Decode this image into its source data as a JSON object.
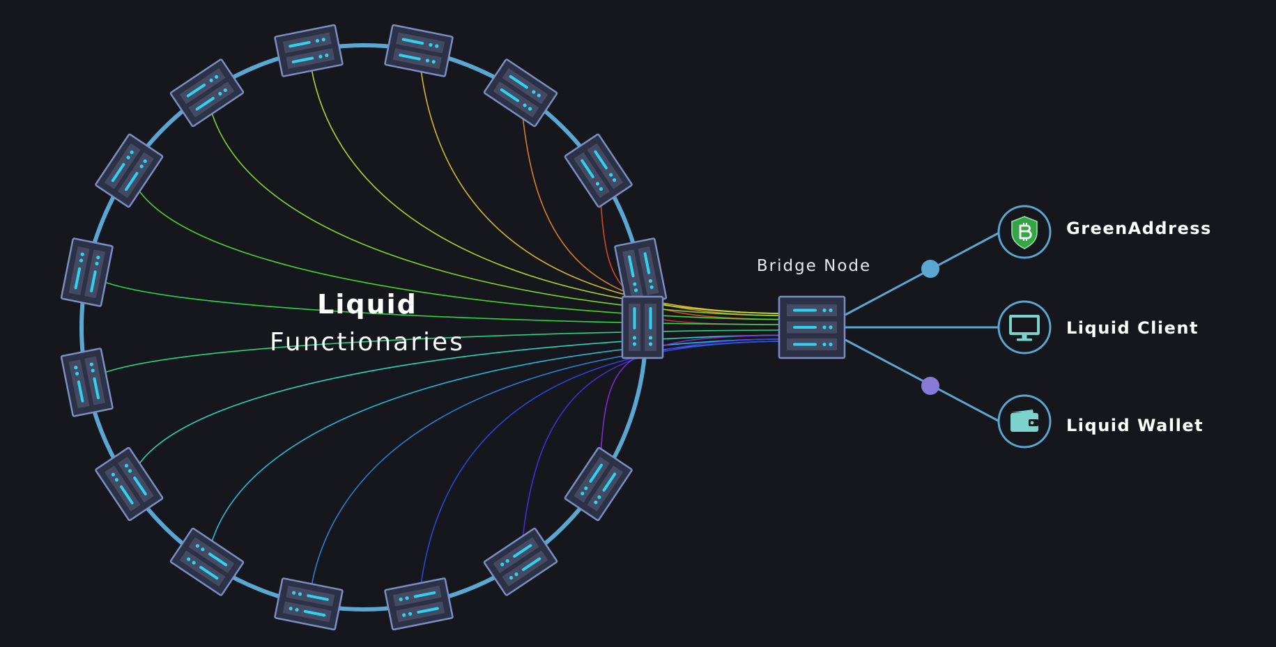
{
  "diagram": {
    "title_bold": "Liquid",
    "title_light": "Functionaries",
    "bridge_label": "Bridge Node",
    "colors": {
      "background": "#16171d",
      "ring": "#5aa7d2",
      "server_body": "#2c3145",
      "server_border": "#7b8fc4",
      "server_slot": "#444a62",
      "server_light": "#2fd3ef",
      "client_ring": "#5aa7d2",
      "green_shield": "#35a447",
      "monitor": "#7cd3cc",
      "wallet": "#7cd3cc",
      "dot_upper": "#5aa7d2",
      "dot_lower": "#8a7ad8"
    },
    "functionary_count": 15,
    "clients": [
      {
        "label": "GreenAddress",
        "icon": "bitcoin-shield-icon"
      },
      {
        "label": "Liquid Client",
        "icon": "monitor-icon"
      },
      {
        "label": "Liquid Wallet",
        "icon": "wallet-icon"
      }
    ]
  }
}
